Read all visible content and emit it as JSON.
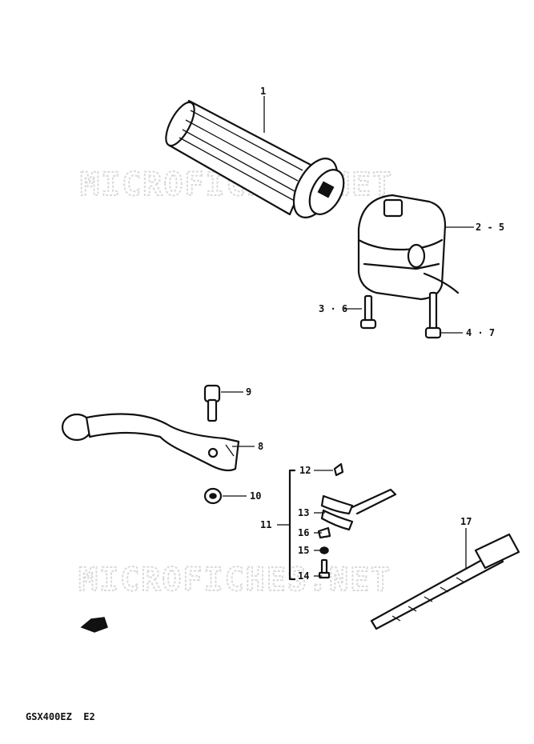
{
  "watermark": {
    "text": "MICROFICHES.NET"
  },
  "callouts": {
    "c1": "1",
    "c2": "2 - 5",
    "c3": "3 · 6",
    "c4": "4 · 7",
    "c8": "8",
    "c9": "9",
    "c10": "10",
    "c11": "11",
    "c12": "12",
    "c13": "13",
    "c14": "14",
    "c15": "15",
    "c16": "16",
    "c17": "17"
  },
  "footer": {
    "model_code": "GSX400EZ  E2"
  }
}
